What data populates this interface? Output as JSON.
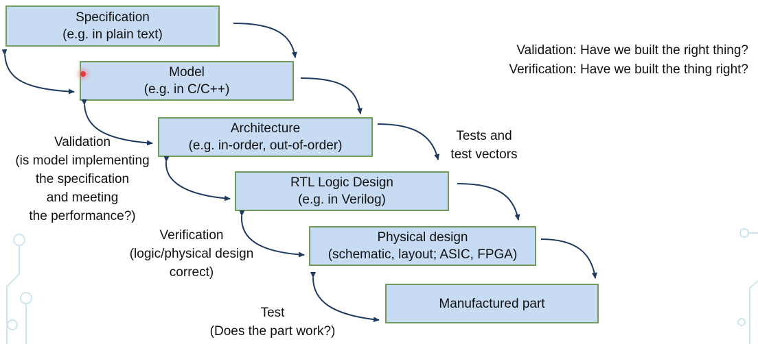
{
  "boxes": [
    {
      "title": "Specification",
      "sub": "(e.g. in plain text)"
    },
    {
      "title": "Model",
      "sub": "(e.g. in C/C++)"
    },
    {
      "title": "Architecture",
      "sub": "(e.g. in-order, out-of-order)"
    },
    {
      "title": "RTL Logic Design",
      "sub": "(e.g. in Verilog)"
    },
    {
      "title": "Physical design",
      "sub": "(schematic, layout; ASIC, FPGA)"
    },
    {
      "title": "Manufactured part",
      "sub": ""
    }
  ],
  "legend": {
    "validation": "Validation: Have we built the right thing?",
    "verification": "Verification: Have we built the thing right?"
  },
  "tests": {
    "line1": "Tests and",
    "line2": "test vectors"
  },
  "validation_note": [
    "Validation",
    "(is model implementing",
    "the specification",
    "and meeting",
    "the performance?)"
  ],
  "verification_note": [
    "Verification",
    "(logic/physical design",
    "correct)"
  ],
  "test_note": [
    "Test",
    "(Does the part work?)"
  ],
  "colors": {
    "box_fill": "#c7dbf2",
    "box_border": "#6f9c5a",
    "arrow": "#1e3a5f",
    "pointer": "#e23b3b"
  }
}
